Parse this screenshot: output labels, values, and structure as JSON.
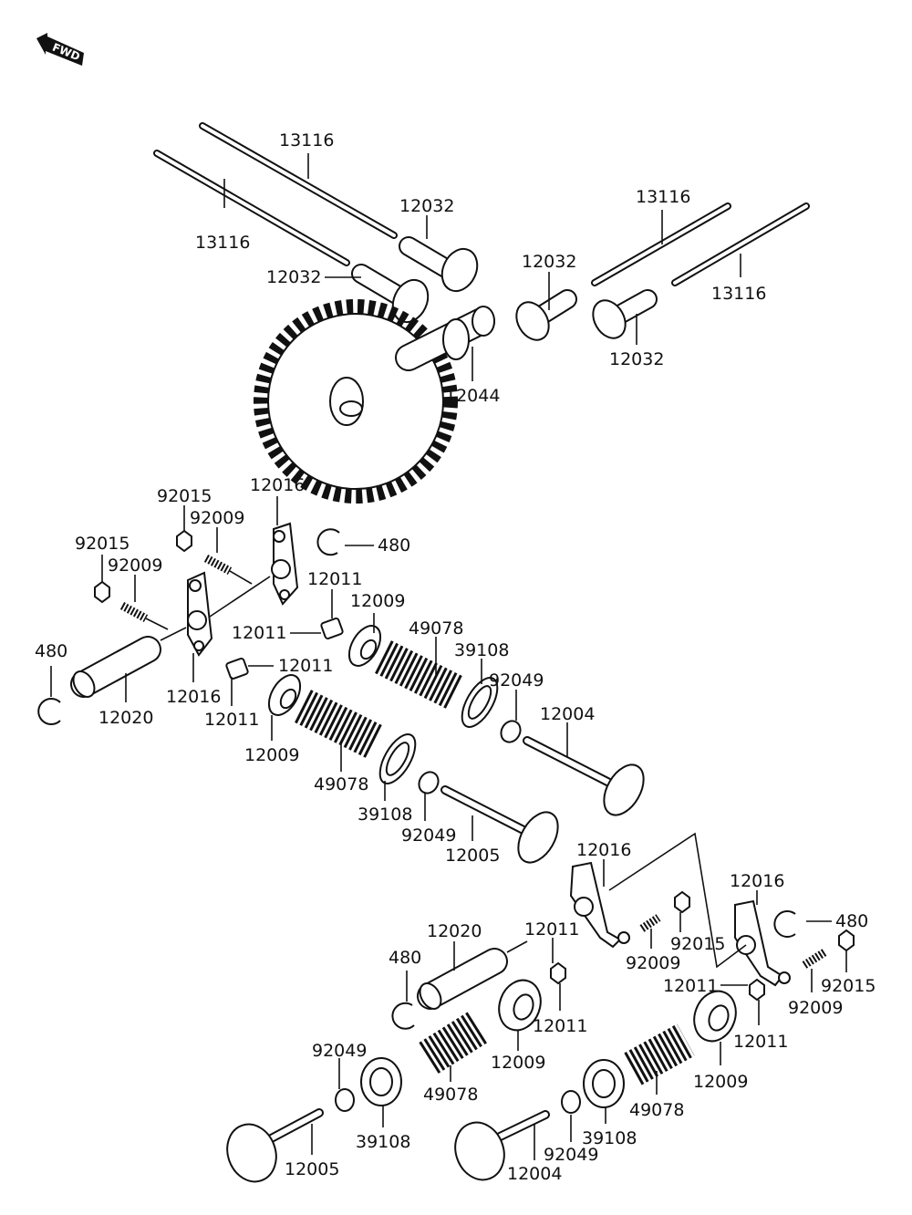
{
  "fwd_label": "FWD",
  "callouts": [
    {
      "id": "pushrod-a",
      "text": "13116"
    },
    {
      "id": "pushrod-b",
      "text": "13116"
    },
    {
      "id": "pushrod-c",
      "text": "13116"
    },
    {
      "id": "pushrod-d",
      "text": "13116"
    },
    {
      "id": "lifter-a",
      "text": "12032"
    },
    {
      "id": "lifter-b",
      "text": "12032"
    },
    {
      "id": "lifter-c",
      "text": "12032"
    },
    {
      "id": "lifter-d",
      "text": "12032"
    },
    {
      "id": "camshaft",
      "text": "12044"
    },
    {
      "id": "nut-a",
      "text": "92015"
    },
    {
      "id": "nut-b",
      "text": "92015"
    },
    {
      "id": "nut-c",
      "text": "92015"
    },
    {
      "id": "nut-d",
      "text": "92015"
    },
    {
      "id": "stud-a",
      "text": "92009"
    },
    {
      "id": "stud-b",
      "text": "92009"
    },
    {
      "id": "stud-c",
      "text": "92009"
    },
    {
      "id": "stud-d",
      "text": "92009"
    },
    {
      "id": "rocker-a",
      "text": "12016"
    },
    {
      "id": "rocker-b",
      "text": "12016"
    },
    {
      "id": "rocker-c",
      "text": "12016"
    },
    {
      "id": "rocker-d",
      "text": "12016"
    },
    {
      "id": "circlip-a",
      "text": "480"
    },
    {
      "id": "circlip-b",
      "text": "480"
    },
    {
      "id": "circlip-c",
      "text": "480"
    },
    {
      "id": "circlip-d",
      "text": "480"
    },
    {
      "id": "bush-a",
      "text": "12011"
    },
    {
      "id": "bush-b",
      "text": "12011"
    },
    {
      "id": "bush-c",
      "text": "12011"
    },
    {
      "id": "bush-d",
      "text": "12011"
    },
    {
      "id": "bush-e",
      "text": "12011"
    },
    {
      "id": "bush-f",
      "text": "12011"
    },
    {
      "id": "bush-g",
      "text": "12011"
    },
    {
      "id": "bush-h",
      "text": "12011"
    },
    {
      "id": "shaft-a",
      "text": "12020"
    },
    {
      "id": "shaft-b",
      "text": "12020"
    },
    {
      "id": "retainer-a",
      "text": "12009"
    },
    {
      "id": "retainer-b",
      "text": "12009"
    },
    {
      "id": "retainer-c",
      "text": "12009"
    },
    {
      "id": "retainer-d",
      "text": "12009"
    },
    {
      "id": "spring-a",
      "text": "49078"
    },
    {
      "id": "spring-b",
      "text": "49078"
    },
    {
      "id": "spring-c",
      "text": "49078"
    },
    {
      "id": "spring-d",
      "text": "49078"
    },
    {
      "id": "washer-a",
      "text": "39108"
    },
    {
      "id": "washer-b",
      "text": "39108"
    },
    {
      "id": "washer-c",
      "text": "39108"
    },
    {
      "id": "washer-d",
      "text": "39108"
    },
    {
      "id": "seal-a",
      "text": "92049"
    },
    {
      "id": "seal-b",
      "text": "92049"
    },
    {
      "id": "seal-c",
      "text": "92049"
    },
    {
      "id": "seal-d",
      "text": "92049"
    },
    {
      "id": "valve-in-a",
      "text": "12004"
    },
    {
      "id": "valve-in-b",
      "text": "12004"
    },
    {
      "id": "valve-ex-a",
      "text": "12005"
    },
    {
      "id": "valve-ex-b",
      "text": "12005"
    }
  ]
}
